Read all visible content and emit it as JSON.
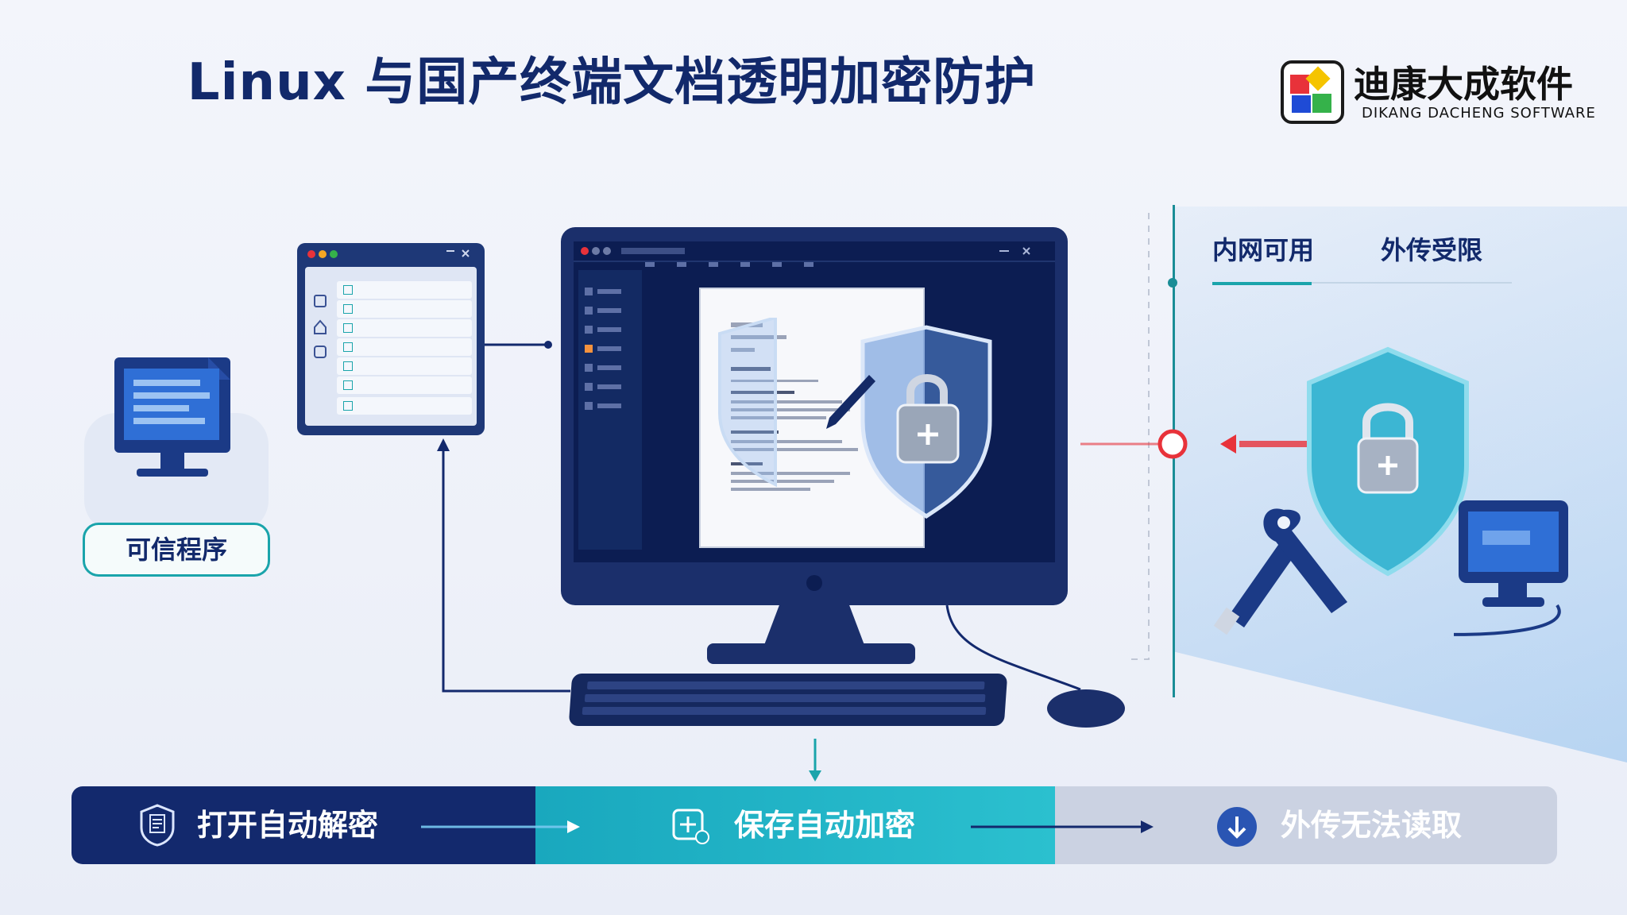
{
  "title": "Linux 与国产终端文档透明加密防护",
  "logo": {
    "name": "迪康大成软件",
    "english": "DIKANG DACHENG SOFTWARE"
  },
  "trusted_program": {
    "label": "可信程序"
  },
  "network_tabs": {
    "internal": "内网可用",
    "external": "外传受限"
  },
  "steps": [
    {
      "label": "打开自动解密",
      "icon": "document-shield-icon"
    },
    {
      "label": "保存自动加密",
      "icon": "add-lock-icon"
    },
    {
      "label": "外传无法读取",
      "icon": "down-arrow-icon"
    }
  ],
  "colors": {
    "navy": "#13296d",
    "teal": "#1aa4ab",
    "cyan": "#23b6c8",
    "gray": "#cbd2e2",
    "red": "#e8323a"
  }
}
